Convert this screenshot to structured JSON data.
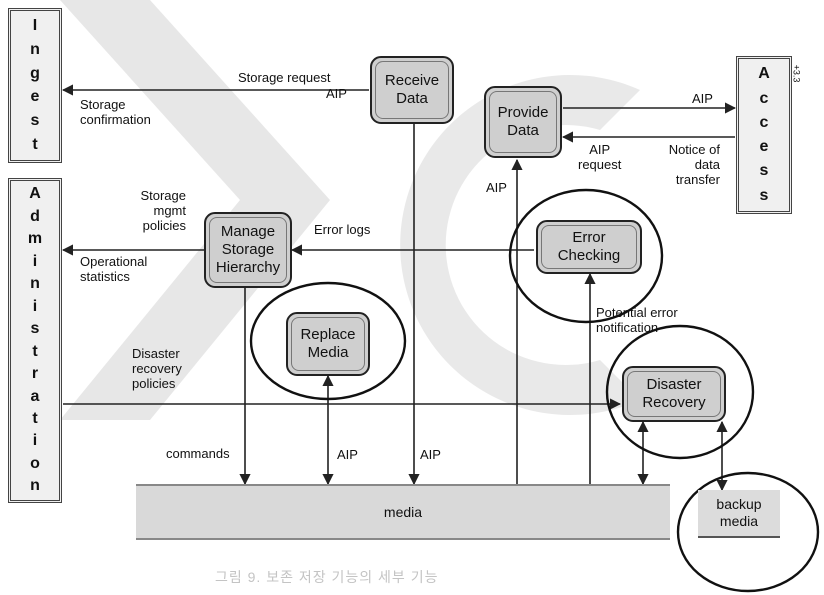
{
  "ingest_letters": [
    "I",
    "n",
    "g",
    "e",
    "s",
    "t"
  ],
  "access_letters": [
    "A",
    "c",
    "c",
    "e",
    "s",
    "s"
  ],
  "admin_letters": [
    "A",
    "d",
    "m",
    "i",
    "n",
    "i",
    "s",
    "t",
    "r",
    "a",
    "t",
    "i",
    "o",
    "n"
  ],
  "access_corner": "+3.3",
  "processes": {
    "receive": "Receive\nData",
    "provide": "Provide\nData",
    "manage": "Manage\nStorage\nHierarchy",
    "error": "Error\nChecking",
    "replace": "Replace\nMedia",
    "disaster": "Disaster\nRecovery"
  },
  "labels": {
    "storage_request": "Storage request",
    "aip_receive": "AIP",
    "storage_confirmation": "Storage\nconfirmation",
    "aip_access": "AIP",
    "aip_request": "AIP\nrequest",
    "notice": "Notice of\ndata\ntransfer",
    "aip_provide": "AIP",
    "storage_mgmt": "Storage\nmgmt\npolicies",
    "operational": "Operational\nstatistics",
    "error_logs": "Error logs",
    "potential_error": "Potential error\nnotification",
    "disaster_policies": "Disaster\nrecovery\npolicies",
    "commands": "commands",
    "aip_replace": "AIP",
    "aip_receive_down": "AIP"
  },
  "media_label": "media",
  "backup_label": "backup\nmedia",
  "caption": "그림 9. 보존 저장 기능의 세부 기능",
  "colors": {
    "watermark": "#d3d3d3",
    "box_fill": "#cfcfcf",
    "media_fill": "#d9d9d9",
    "line": "#222222"
  }
}
